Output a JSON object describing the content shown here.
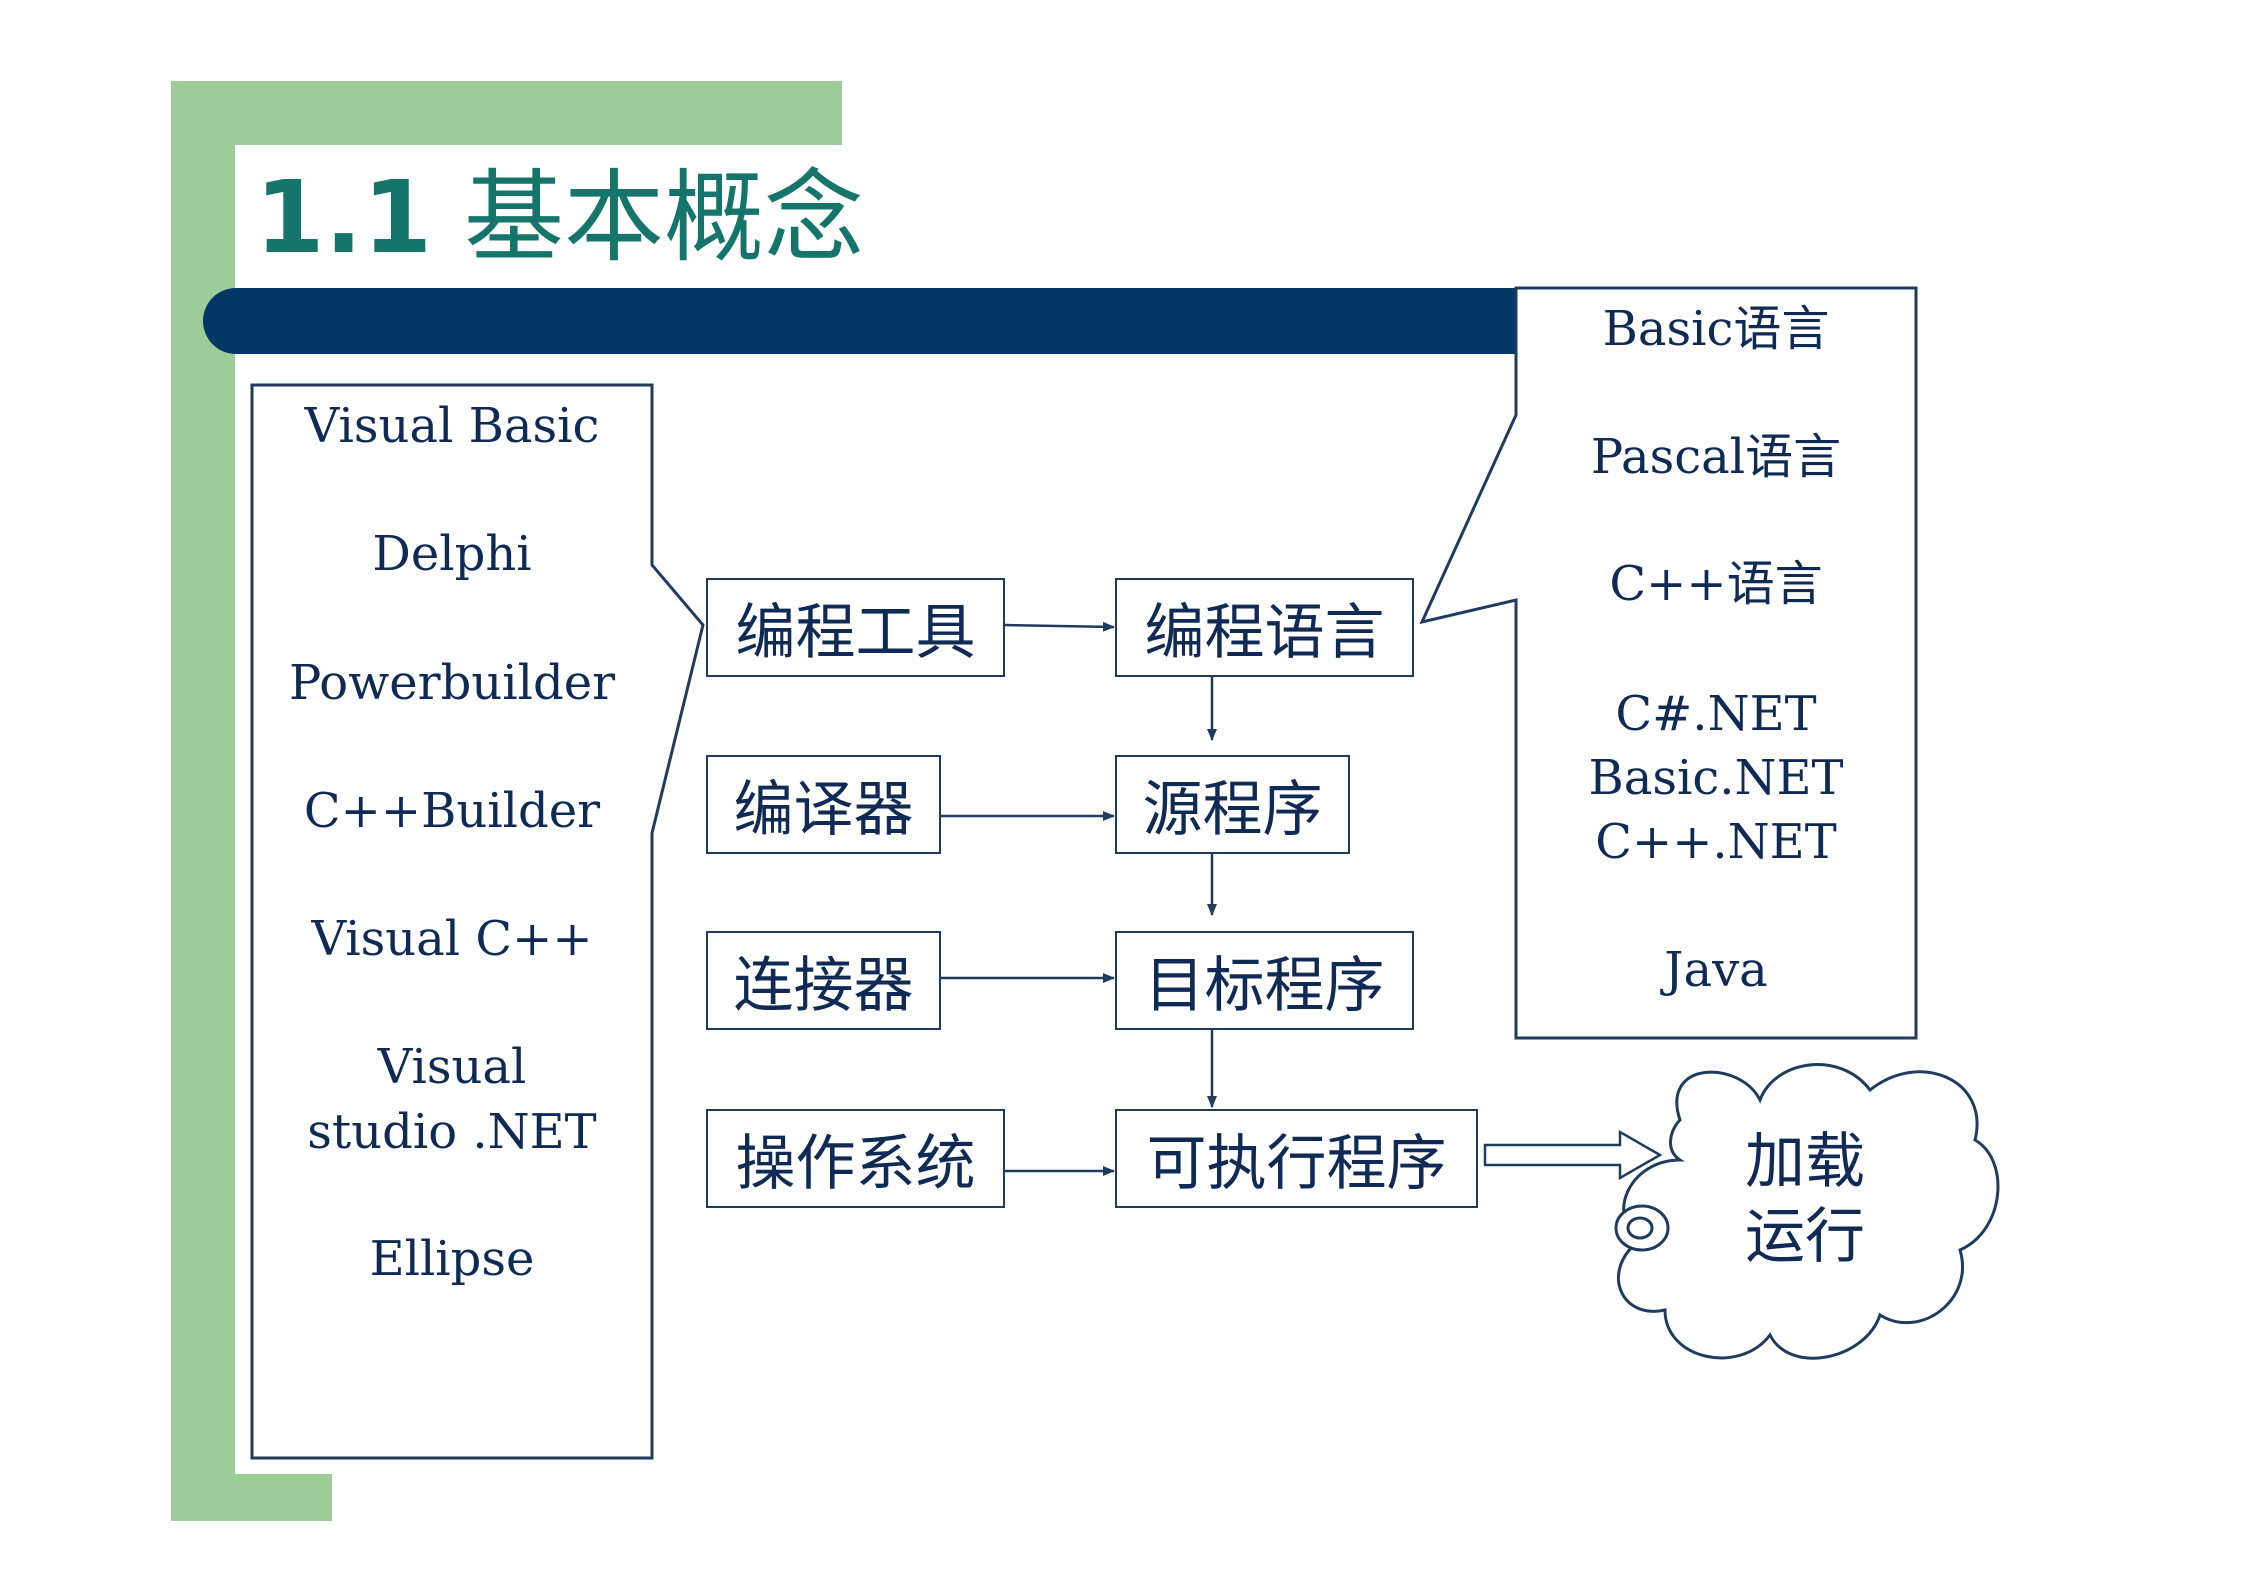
{
  "title": {
    "number": "1.1",
    "text": "基本概念"
  },
  "colors": {
    "accent_green": "#9ccc97",
    "bar_navy": "#033766",
    "title_teal": "#16756a",
    "text_navy": "#0f2a55"
  },
  "tools_list": [
    "Visual Basic",
    "Delphi",
    "Powerbuilder",
    "C++Builder",
    "Visual C++",
    "Visual",
    "studio .NET",
    "Ellipse"
  ],
  "languages_list": [
    "Basic语言",
    "Pascal语言",
    "C++语言",
    "C#.NET",
    "Basic.NET",
    "C++.NET",
    "Java"
  ],
  "nodes": {
    "programming_tools": "编程工具",
    "programming_language": "编程语言",
    "compiler": "编译器",
    "source_program": "源程序",
    "linker": "连接器",
    "object_program": "目标程序",
    "operating_system": "操作系统",
    "executable_program": "可执行程序"
  },
  "cloud": {
    "line1": "加载",
    "line2": "运行"
  }
}
